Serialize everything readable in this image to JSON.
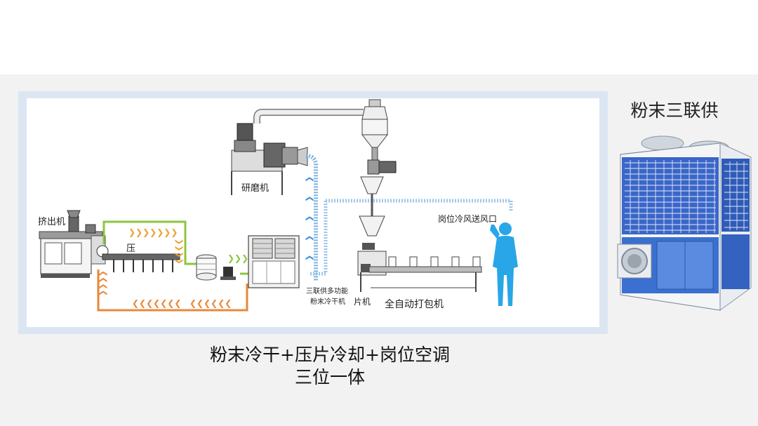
{
  "diagram": {
    "labels": {
      "extruder": "挤出机",
      "press": "压",
      "grinder": "研磨机",
      "dryer_line1": "三联供多功能",
      "dryer_line2": "粉末冷干机",
      "flaker": "片机",
      "packer": "全自动打包机",
      "air_outlet": "岗位冷风送风口"
    },
    "colors": {
      "frame": "#dce6f3",
      "green_loop": "#8dc63f",
      "orange_loop": "#e8883a",
      "blue_duct": "#7fb3e0",
      "figure": "#29a6e8"
    }
  },
  "side": {
    "title": "粉末三联供"
  },
  "caption": {
    "line1": "粉末冷干+压片冷却+岗位空调",
    "line2": "三位一体"
  }
}
